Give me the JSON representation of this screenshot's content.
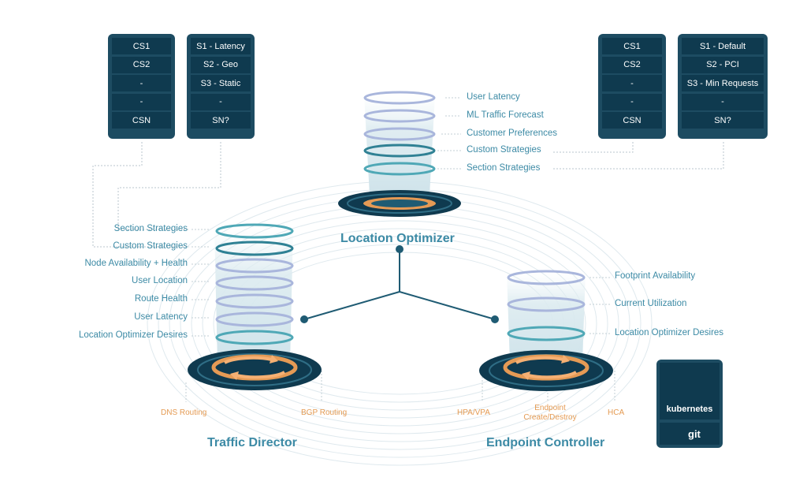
{
  "panels": {
    "left_cs": [
      "CS1",
      "CS2",
      "-",
      "-",
      "CSN"
    ],
    "left_s": [
      "S1 - Latency",
      "S2 - Geo",
      "S3 - Static",
      "-",
      "SN?"
    ],
    "right_cs": [
      "CS1",
      "CS2",
      "-",
      "-",
      "CSN"
    ],
    "right_s": [
      "S1 - Default",
      "S2 - PCI",
      "S3 - Min Requests",
      "-",
      "SN?"
    ]
  },
  "location_optimizer": {
    "title": "Location Optimizer",
    "inputs": [
      "User Latency",
      "ML Traffic Forecast",
      "Customer Preferences",
      "Custom Strategies",
      "Section Strategies"
    ]
  },
  "traffic_director": {
    "title": "Traffic Director",
    "inputs": [
      "Section Strategies",
      "Custom Strategies",
      "Node Availability + Health",
      "User Location",
      "Route Health",
      "User Latency",
      "Location Optimizer Desires"
    ],
    "outputs": [
      "DNS Routing",
      "BGP Routing"
    ]
  },
  "endpoint_controller": {
    "title": "Endpoint Controller",
    "inputs": [
      "Footprint Availability",
      "Current Utilization",
      "Location Optimizer Desires"
    ],
    "outputs": [
      "HPA/VPA",
      "Endpoint Create/Destroy",
      "HCA"
    ],
    "output_endpoint_line1": "Endpoint",
    "output_endpoint_line2": "Create/Destroy"
  },
  "badge": {
    "kubernetes": "kubernetes",
    "git": "git"
  },
  "colors": {
    "panel": "#1d4c62",
    "cell": "#0f3a4f",
    "label": "#3c8aa5",
    "orange": "#e49a52",
    "ring": "#a9b6dc",
    "teal_ring": "#4fa8b6"
  }
}
